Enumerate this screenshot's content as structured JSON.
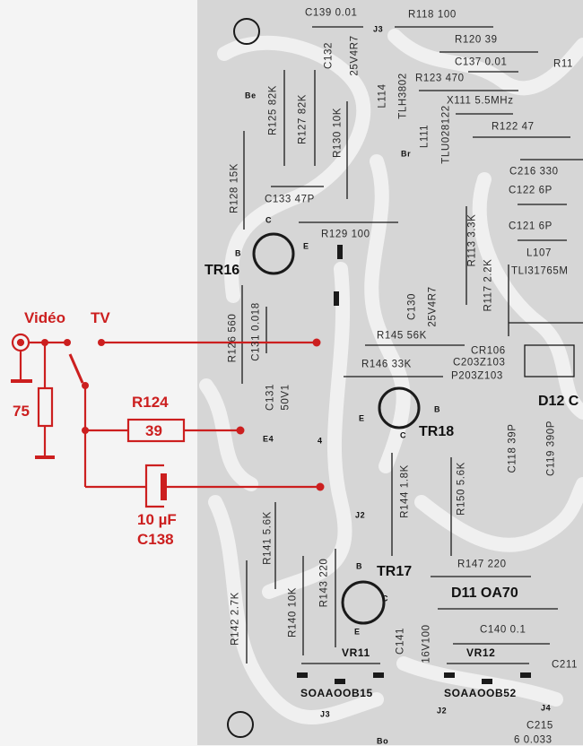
{
  "colors": {
    "annotation": "#cc1f1f",
    "board": "#d6d6d6",
    "trace": "#f2f2f2",
    "ink": "#1a1a1a"
  },
  "pcb": {
    "labels": [
      "C139 0.01",
      "J3",
      "R118 100",
      "R120 39",
      "C137 0.01",
      "R11",
      "R123 470",
      "X111 5.5MHz",
      "R122 47",
      "C216 330",
      "C122 6P",
      "C121 6P",
      "C133 47P",
      "R129 100",
      "Be",
      "Br",
      "R125 82K",
      "R127 82K",
      "R130 10K",
      "R128 15K",
      "C132",
      "25V4R7",
      "L114",
      "TLH3802",
      "L111",
      "TLU028122",
      "R113 3.3K",
      "R117 2.2K",
      "TR16",
      "R126 560",
      "C131 0.018",
      "C131",
      "50V1",
      "C130",
      "25V4R7",
      "L107",
      "TLI31765M",
      "R145 56K",
      "CR106",
      "C203Z103",
      "R146 33K",
      "P203Z103",
      "D12 C",
      "TR18",
      "E4",
      "4",
      "C118 39P",
      "C119 390P",
      "R144 1.8K",
      "R150 5.6K",
      "J2",
      "R141 5.6K",
      "R142 2.7K",
      "R140 10K",
      "R143 220",
      "TR17",
      "R147 220",
      "D11 OA70",
      "C140 0.1",
      "C141",
      "16V100",
      "VR11",
      "VR12",
      "SOAAOOB15",
      "SOAAOOB52",
      "J3",
      "J2",
      "J4",
      "C215",
      "6 0.033",
      "C211",
      "Bo",
      "B",
      "C",
      "E",
      "E",
      "B",
      "C",
      "B",
      "C",
      "E"
    ]
  },
  "annotation": {
    "video_label": "Vidéo",
    "tv_label": "TV",
    "termination_value": "75",
    "resistor_name": "R124",
    "resistor_value": "39",
    "capacitor_value": "10 µF",
    "capacitor_name": "C138"
  }
}
